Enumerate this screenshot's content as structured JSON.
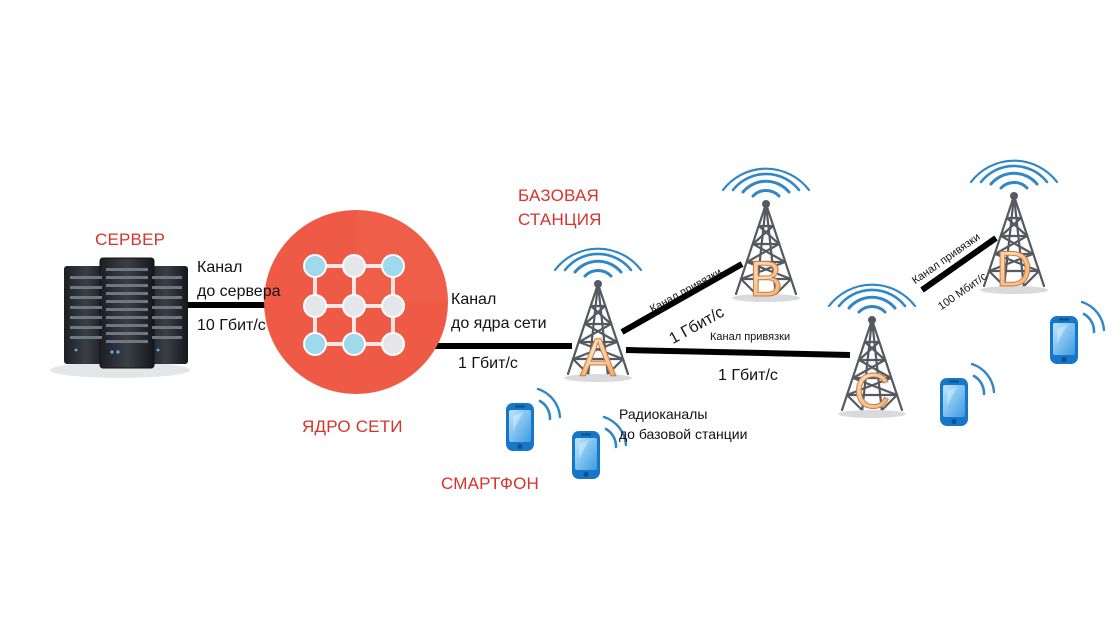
{
  "labels": {
    "server": "СЕРВЕР",
    "core": "ЯДРО СЕТИ",
    "base_station_line1": "БАЗОВАЯ",
    "base_station_line2": "СТАНЦИЯ",
    "smartphone": "СМАРТФОН"
  },
  "links": {
    "server_core": {
      "line1": "Канал",
      "line2": "до сервера",
      "speed": "10 Гбит/с"
    },
    "core_a": {
      "line1": "Канал",
      "line2": "до ядра сети",
      "speed": "1 Гбит/с"
    },
    "a_b": {
      "name": "Канал привязки",
      "speed": "1 Гбит/с"
    },
    "a_c": {
      "name": "Канал привязки",
      "speed": "1 Гбит/с"
    },
    "c_d": {
      "name": "Канал привязки",
      "speed": "100 Мбит/с"
    }
  },
  "radio": {
    "line1": "Радиоканалы",
    "line2": "до базовой станции"
  },
  "stations": [
    "A",
    "B",
    "C",
    "D"
  ],
  "colors": {
    "title_red": "#d7332b",
    "core_red": "#ee5a45",
    "node_blue": "#9ed9ec",
    "node_grey": "#e4e6ea",
    "tower_grey": "#555a60",
    "wave_blue": "#2f86c8",
    "station_letter": "#f6c28f",
    "phone_blue": "#1676c8"
  }
}
